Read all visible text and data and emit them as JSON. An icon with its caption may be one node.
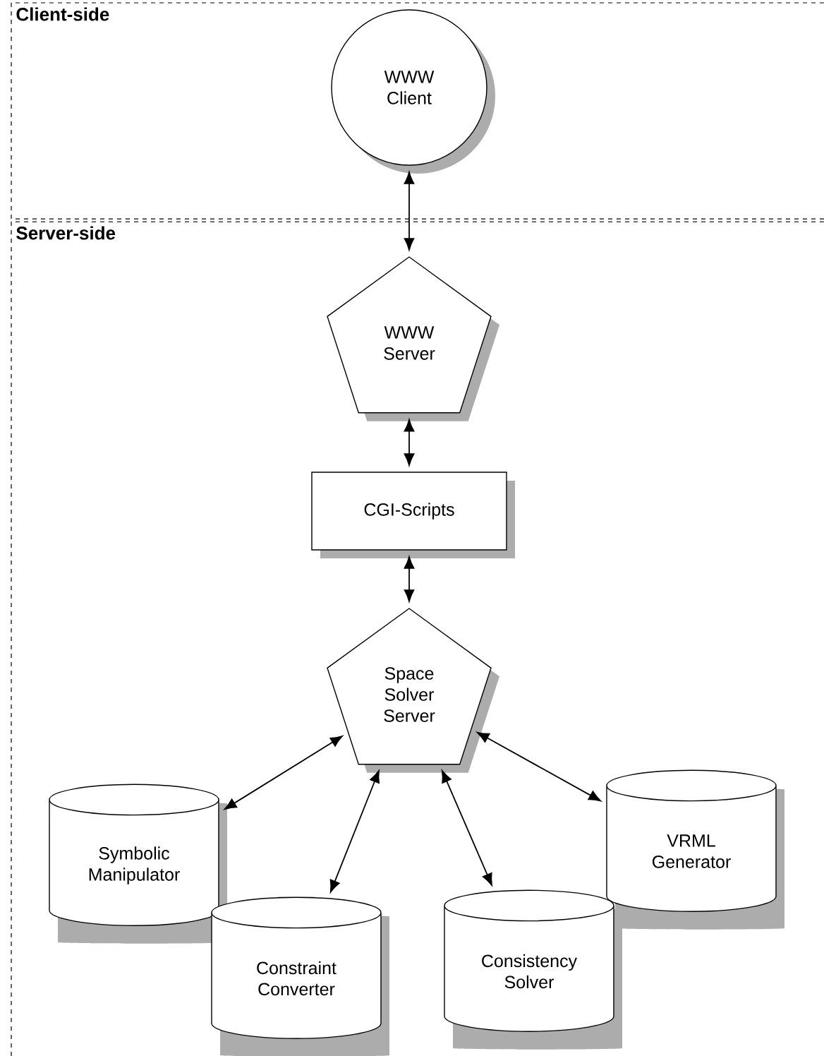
{
  "diagram": {
    "nodes": [
      {
        "text": [
          "Client-side"
        ]
      },
      {
        "text": [
          "WWW Client"
        ],
        "in": 0
      },
      {
        "text": [
          "Server-side"
        ]
      },
      {
        "text": [
          "WWW Server"
        ],
        "in": 2
      },
      {
        "text": [
          "CGI-Scripts"
        ],
        "in": 2
      },
      {
        "text": [
          "Space Solver Server"
        ],
        "in": 2
      },
      {
        "text": [
          "Symbolic Manipulator"
        ],
        "in": 2
      },
      {
        "text": [
          "VRML Generator"
        ],
        "in": 2
      },
      {
        "text": [
          "Constraint Converter"
        ],
        "in": 2
      },
      {
        "text": [
          "Consistency Solver"
        ],
        "in": 2
      }
    ],
    "edges": [
      {
        "from": 1,
        "to": 3,
        "arrow": "both"
      },
      {
        "from": 3,
        "to": 4,
        "arrow": "both"
      },
      {
        "from": 4,
        "to": 5,
        "arrow": "both"
      },
      {
        "from": 5,
        "to": 6,
        "arrow": "both"
      },
      {
        "from": 5,
        "to": 7,
        "arrow": "both"
      },
      {
        "from": 5,
        "to": 8,
        "arrow": "both"
      },
      {
        "from": 5,
        "to": 9,
        "arrow": "both"
      }
    ]
  }
}
